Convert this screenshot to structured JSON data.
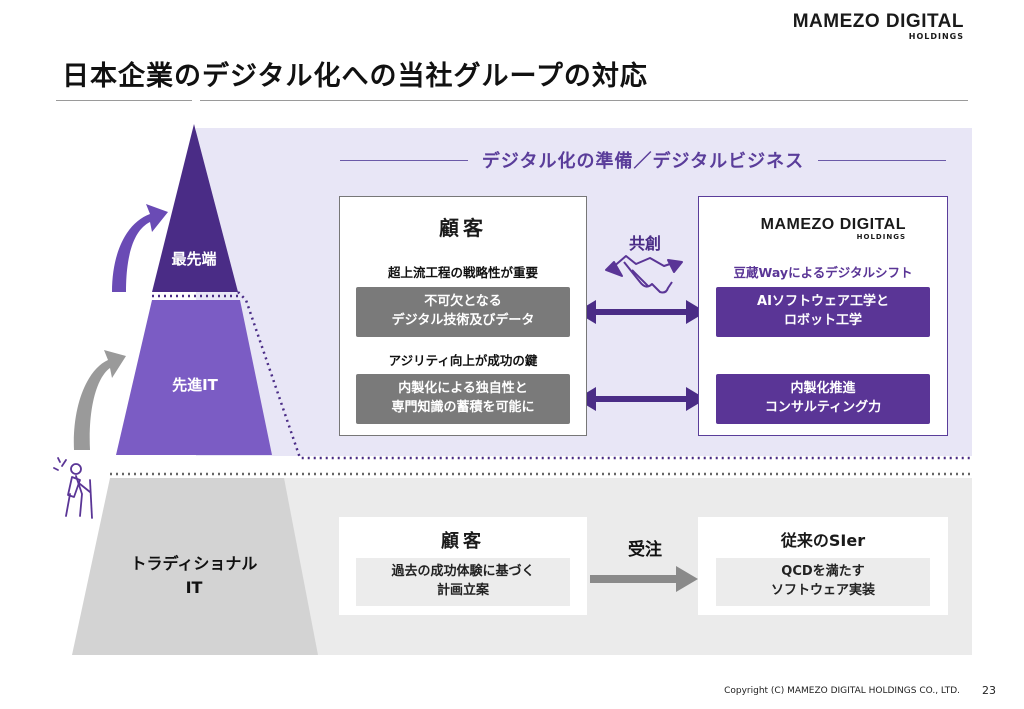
{
  "logo": {
    "main": "MAMEZO DIGITAL",
    "sub": "HOLDINGS"
  },
  "title": "日本企業のデジタル化への当社グループの対応",
  "section_title": "デジタル化の準備／デジタルビジネス",
  "pyramid": {
    "top_label": "最先端",
    "middle_label": "先進IT",
    "bottom_label_line1": "トラディショナル",
    "bottom_label_line2": "IT"
  },
  "upper": {
    "customer_heading": "顧客",
    "label1": "超上流工程の戦略性が重要",
    "button1_line1": "不可欠となる",
    "button1_line2": "デジタル技術及びデータ",
    "label2": "アジリティ向上が成功の鍵",
    "button2_line1": "内製化による独自性と",
    "button2_line2": "専門知識の蓄積を可能に",
    "cocreation": "共創",
    "mamezo_subtitle": "豆蔵Wayによるデジタルシフト",
    "p_button1_line1": "AIソフトウェア工学と",
    "p_button1_line2": "ロボット工学",
    "p_button2_line1": "内製化推進",
    "p_button2_line2": "コンサルティング力"
  },
  "lower": {
    "customer_heading": "顧客",
    "button_line1": "過去の成功体験に基づく",
    "button_line2": "計画立案",
    "order": "受注",
    "sier_heading": "従来のSIer",
    "sier_line1": "QCDを満たす",
    "sier_line2": "ソフトウェア実装"
  },
  "footer": {
    "copyright": "Copyright (C) MAMEZO DIGITAL HOLDINGS CO., LTD.",
    "page": "23"
  },
  "colors": {
    "purple_dark": "#4a2c86",
    "purple_mid": "#7b5cc4",
    "purple_band": "#e8e6f6",
    "grey": "#d0d0d0"
  }
}
